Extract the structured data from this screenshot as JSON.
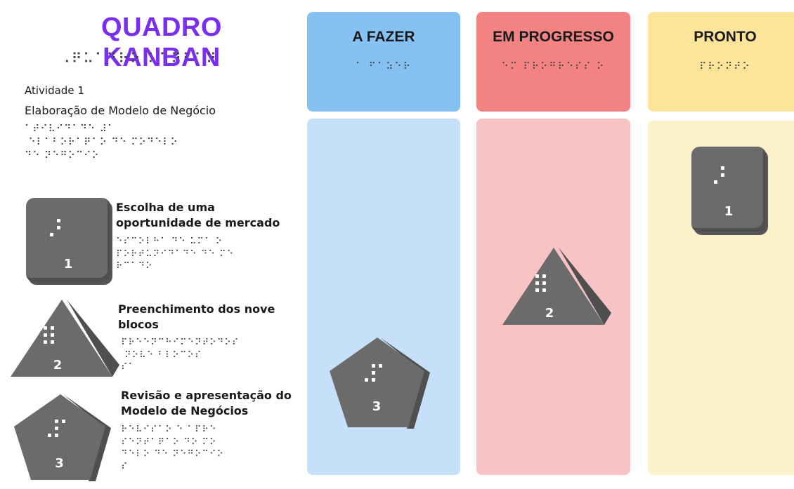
{
  "board": {
    "title": "QUADRO KANBAN",
    "title_braille": "⠠⠟⠥⠁⠙⠗⠕ ⠅⠁⠝⠃⠁⠝",
    "activity_label": "Atividade 1",
    "activity_name": "Elaboração de Modelo de Negócio",
    "activity_braille": "⠁⠞⠊⠧⠊⠙⠁⠙⠑ ⠼⠁\n ⠑⠇⠁⠃⠕⠗⠁⠟⠁⠕ ⠙⠑ ⠍⠕⠙⠑⠇⠕\n⠙⠑ ⠝⠑⠛⠕⠉⠊⠕"
  },
  "tasks": [
    {
      "number": "1",
      "shape": "square",
      "text": "Escolha de uma oportunidade de mercado",
      "braille": "⠑⠎⠉⠕⠇⠓⠁ ⠙⠑ ⠥⠍⠁ ⠕\n⠏⠕⠗⠞⠥⠝⠊⠙⠁⠙⠑ ⠙⠑ ⠍⠑\n⠗⠉⠁⠙⠕"
    },
    {
      "number": "2",
      "shape": "triangle",
      "text": "Preenchimento dos nove blocos",
      "braille": "⠏⠗⠑⠑⠝⠉⠓⠊⠍⠑⠝⠞⠕⠙⠕⠎\n ⠝⠕⠧⠑ ⠃⠇⠕⠉⠕⠎\n⠎⠁"
    },
    {
      "number": "3",
      "shape": "pentagon",
      "text": "Revisão e apresentação do Modelo de Negócios",
      "braille": "⠗⠑⠧⠊⠎⠁⠕ ⠑ ⠁⠏⠗⠑\n⠎⠑⠝⠞⠁⠟⠁⠕ ⠙⠕ ⠍⠕\n⠙⠑⠇⠕ ⠙⠑ ⠝⠑⠛⠕⠉⠊⠕\n⠎"
    }
  ],
  "columns": [
    {
      "id": "todo",
      "title": "A FAZER",
      "braille": "⠁ ⠋⠁⠵⠑⠗",
      "head_color": "#85c1f3",
      "body_color": "#c6e0f9",
      "pieces": [
        "3"
      ]
    },
    {
      "id": "progress",
      "title": "EM PROGRESSO",
      "braille": "⠑⠍ ⠏⠗⠕⠛⠗⠑⠎⠎\n⠕",
      "head_color": "#f38383",
      "body_color": "#f8c3c5",
      "pieces": [
        "2"
      ]
    },
    {
      "id": "done",
      "title": "PRONTO",
      "braille": "⠏⠗⠕⠝⠞⠕",
      "head_color": "#fce59a",
      "body_color": "#fdf1c9",
      "pieces": [
        "1"
      ]
    }
  ],
  "colors": {
    "accent": "#7a2ff0",
    "piece": "#6b6b6b"
  }
}
